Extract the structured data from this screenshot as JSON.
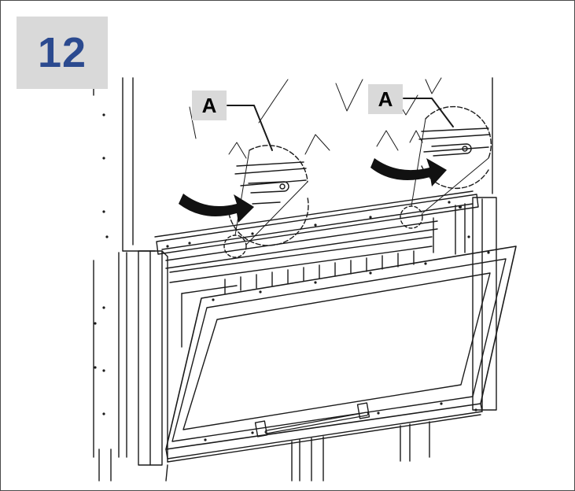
{
  "step": {
    "number": "12"
  },
  "callouts": [
    {
      "label": "A"
    },
    {
      "label": "A"
    }
  ],
  "colors": {
    "step_number": "#2b4a8f",
    "label_bg": "#d9d9d9",
    "line": "#1a1a1a"
  },
  "icons": [
    "rotate-arrow-icon",
    "rotate-arrow-icon"
  ]
}
